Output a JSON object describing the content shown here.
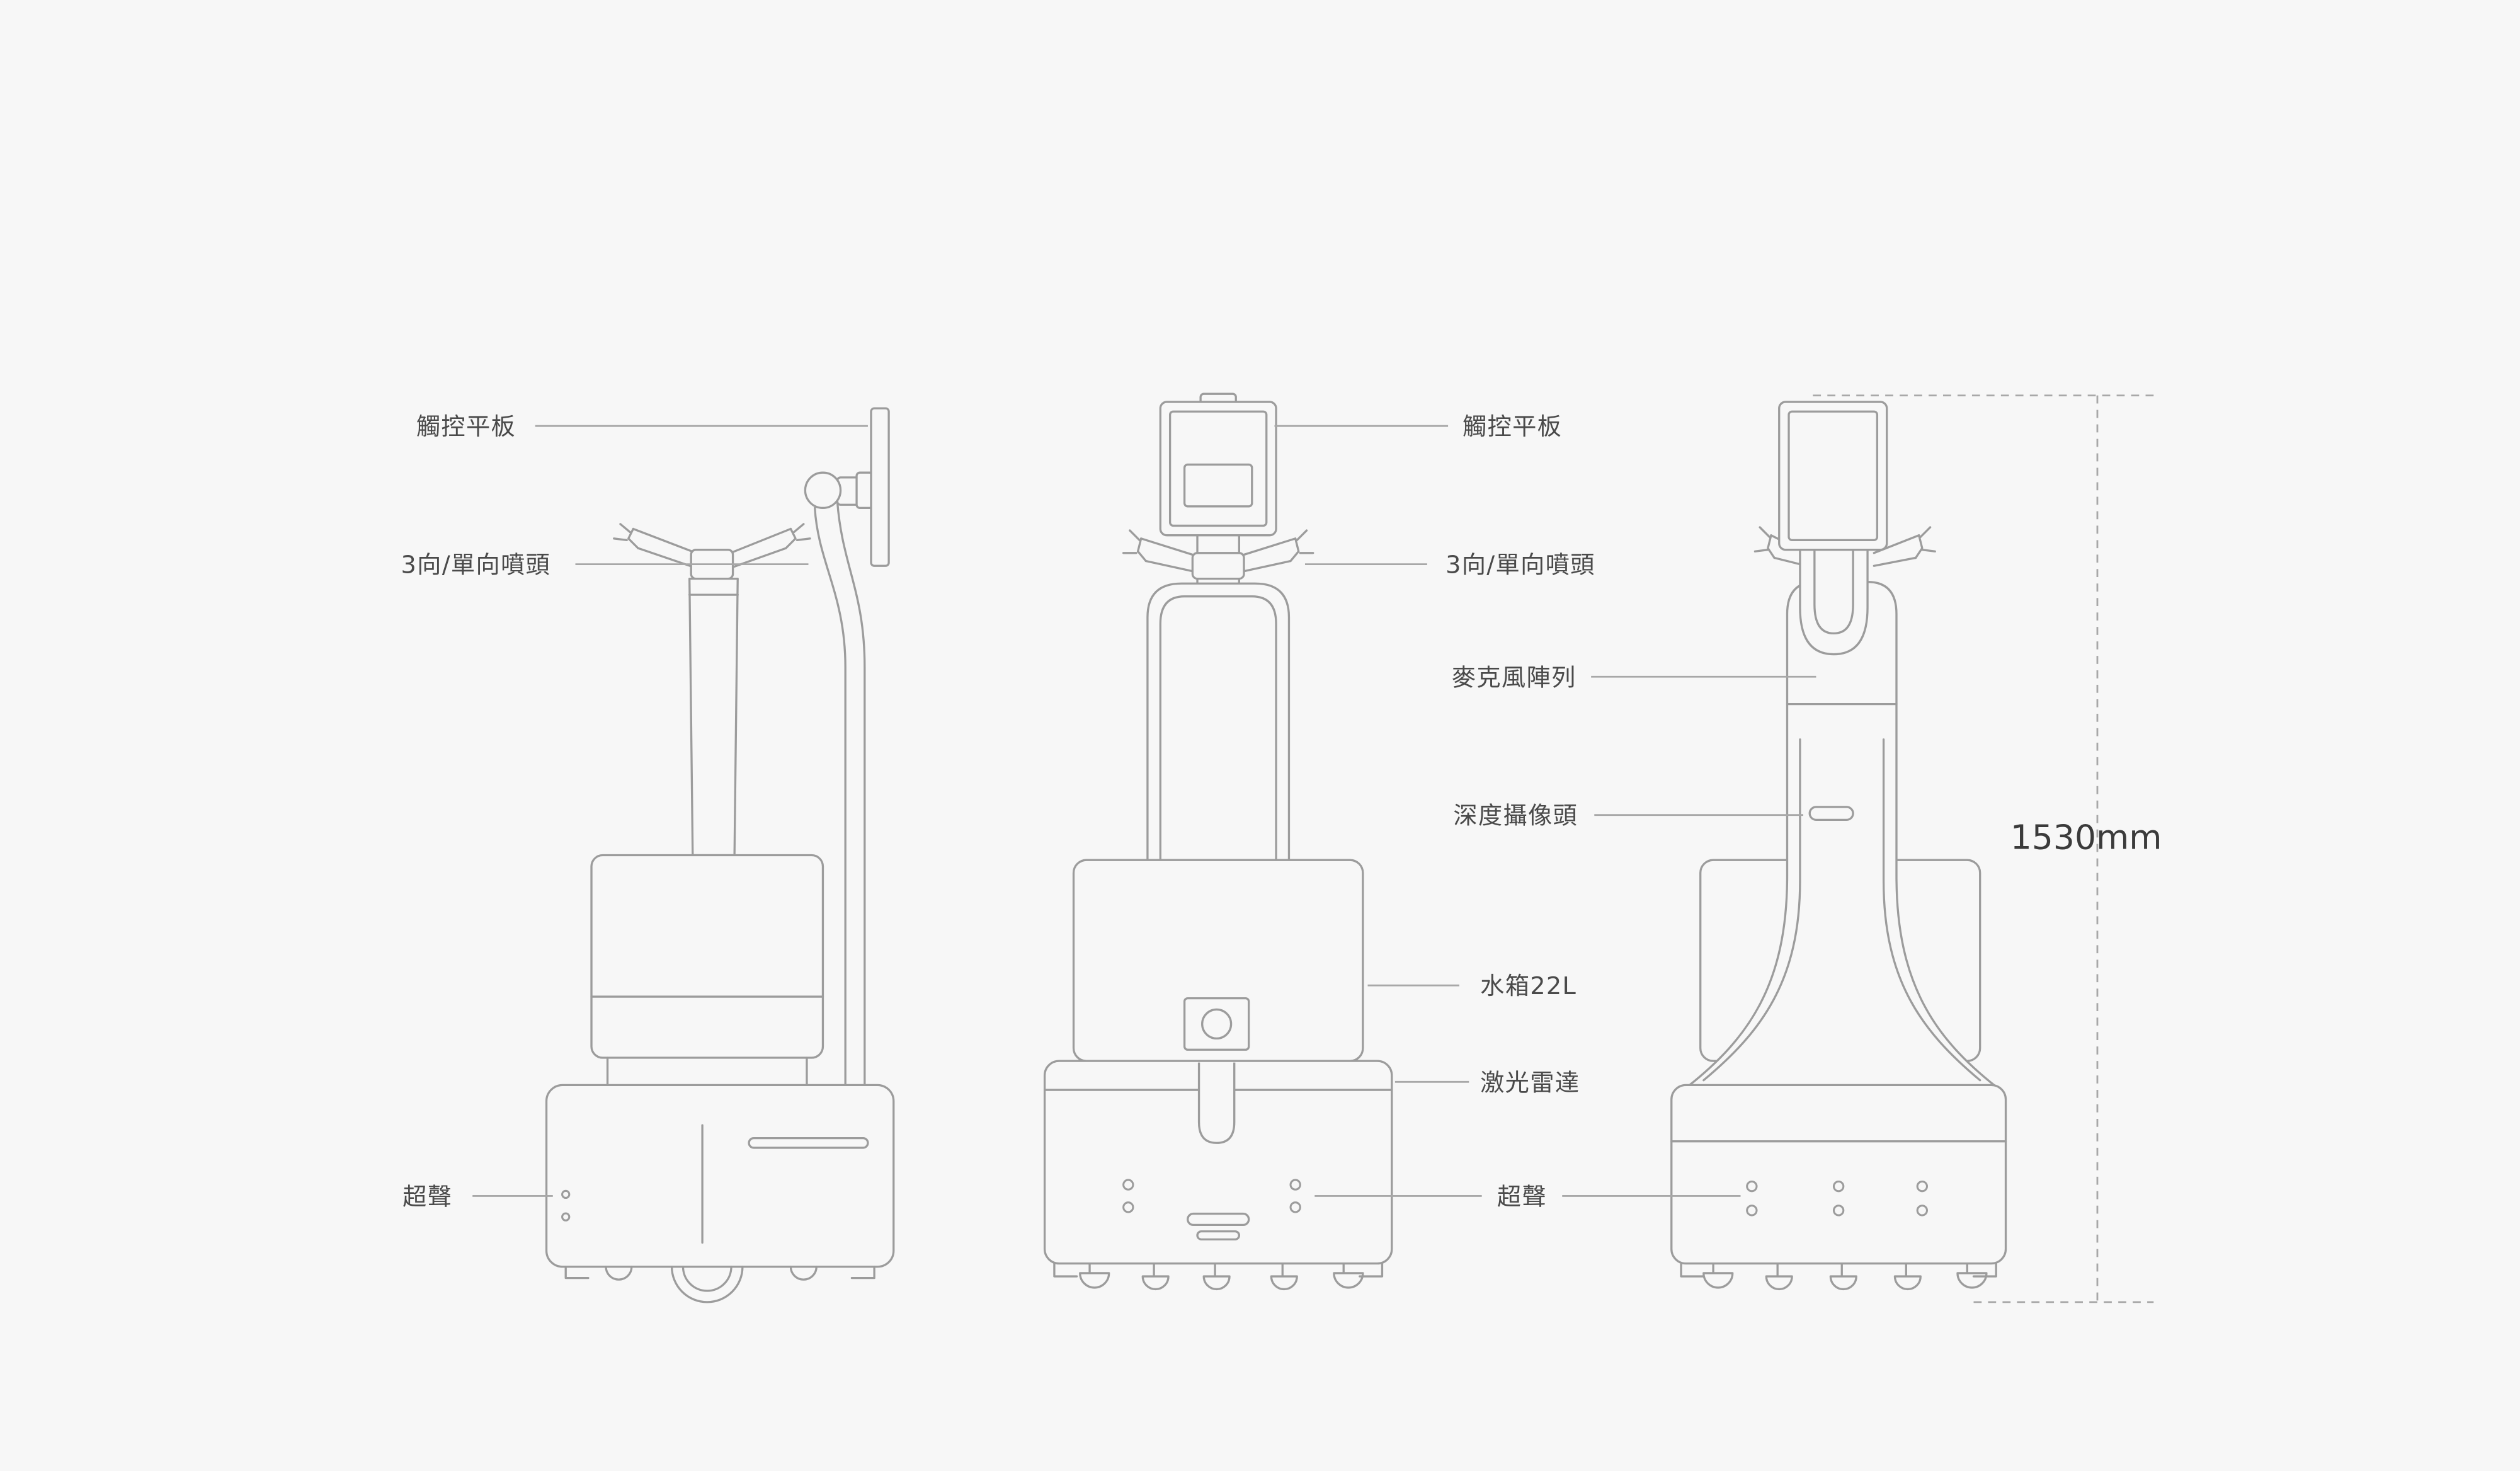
{
  "canvas": {
    "background": "#f7f7f7",
    "line_color": "#9c9c9c",
    "label_color": "#4a4a4a"
  },
  "labels": {
    "side_view": {
      "touch_panel": "觸控平板",
      "spray_nozzle": "3向/單向噴頭",
      "ultrasonic": "超聲"
    },
    "front_view": {
      "touch_panel": "觸控平板",
      "spray_nozzle": "3向/單向噴頭",
      "microphone_array": "麥克風陣列",
      "depth_camera": "深度攝像頭",
      "water_tank": "水箱22L",
      "lidar": "激光雷達",
      "ultrasonic": "超聲"
    },
    "dimension": {
      "overall_height": "1530mm"
    }
  }
}
